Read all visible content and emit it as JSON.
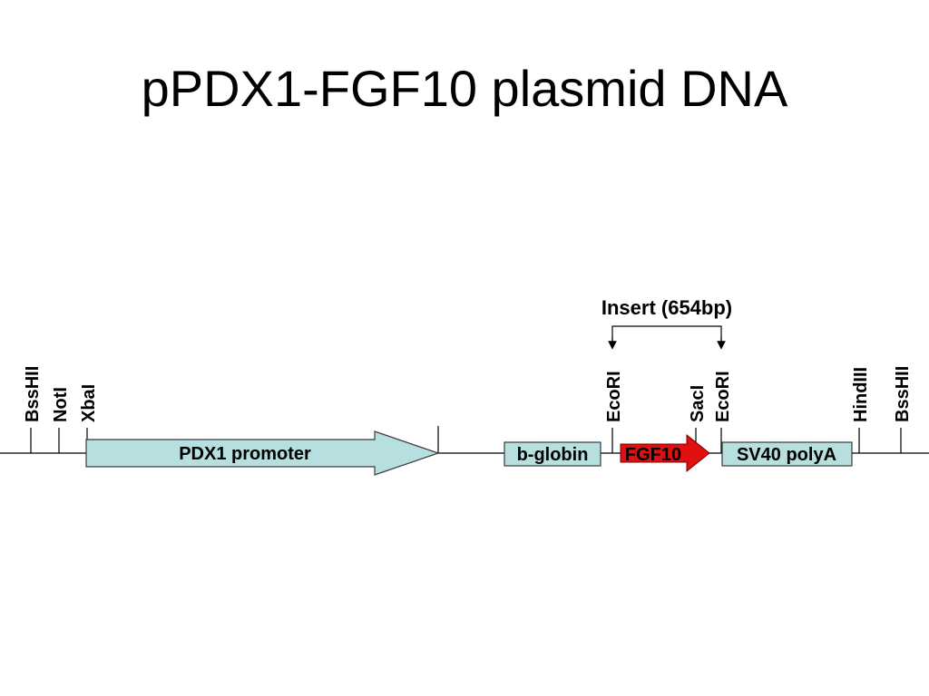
{
  "title": "pPDX1-FGF10 plasmid DNA",
  "colors": {
    "promoter_fill": "#b7dfe0",
    "box_fill": "#b7dfe0",
    "fgf10_fill": "#e01010",
    "line": "#000000"
  },
  "insert": {
    "label": "Insert (654bp)"
  },
  "sites": {
    "bsshii_left": "BssHII",
    "noti": "NotI",
    "xbai": "XbaI",
    "ecori_left": "EcoRI",
    "saci": "SacI",
    "ecori_right": "EcoRI",
    "hindiii": "HindIII",
    "bsshii_right": "BssHII"
  },
  "features": {
    "promoter": "PDX1 promoter",
    "bglobin": "b-globin",
    "fgf10": "FGF10",
    "sv40": "SV40 polyA"
  }
}
